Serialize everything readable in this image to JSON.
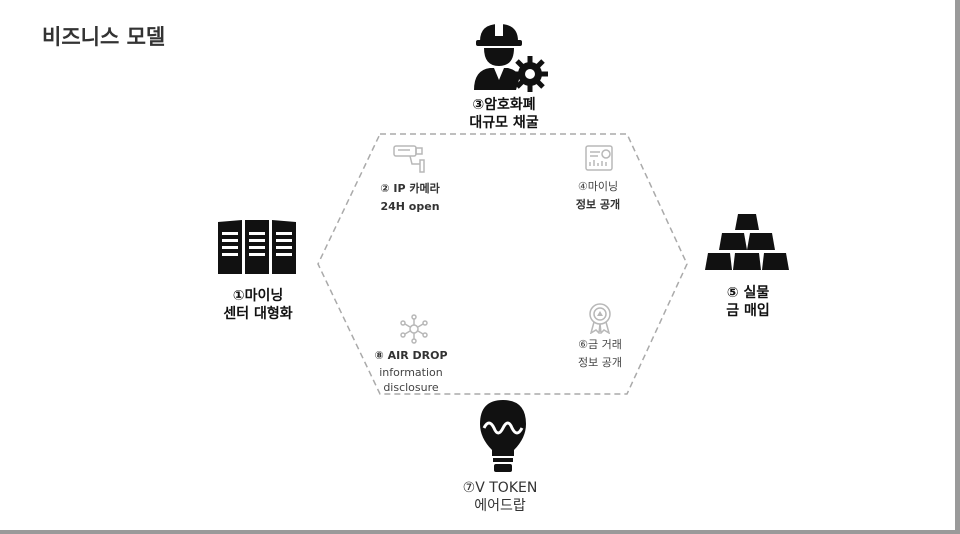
{
  "title": "비즈니스 모델",
  "nodes": {
    "n1": {
      "line1": "①마이닝",
      "line2": "센터 대형화",
      "icon": "server-rack-icon"
    },
    "n2": {
      "line1": "② IP 카메라",
      "line2": "24H open",
      "icon": "cctv-camera-icon"
    },
    "n3": {
      "line1": "③암호화폐",
      "line2": "대규모 채굴",
      "icon": "worker-gear-icon"
    },
    "n4": {
      "line1": "④마이닝",
      "line2": "정보 공개",
      "icon": "dashboard-report-icon"
    },
    "n5": {
      "line1": "⑤ 실물",
      "line2": "금 매입",
      "icon": "gold-bars-icon"
    },
    "n6": {
      "line1": "⑥금 거래",
      "line2": "정보 공개",
      "icon": "award-badge-icon"
    },
    "n7": {
      "line1": "⑦V TOKEN",
      "line2": "에어드랍",
      "icon": "lightbulb-icon"
    },
    "n8": {
      "line1": "⑧ AIR DROP",
      "line2": "information",
      "line3": "disclosure",
      "icon": "network-nodes-icon"
    }
  },
  "colors": {
    "outline": "#aaaaaa",
    "icon_dark": "#111111",
    "icon_light": "#b8b8b8"
  }
}
